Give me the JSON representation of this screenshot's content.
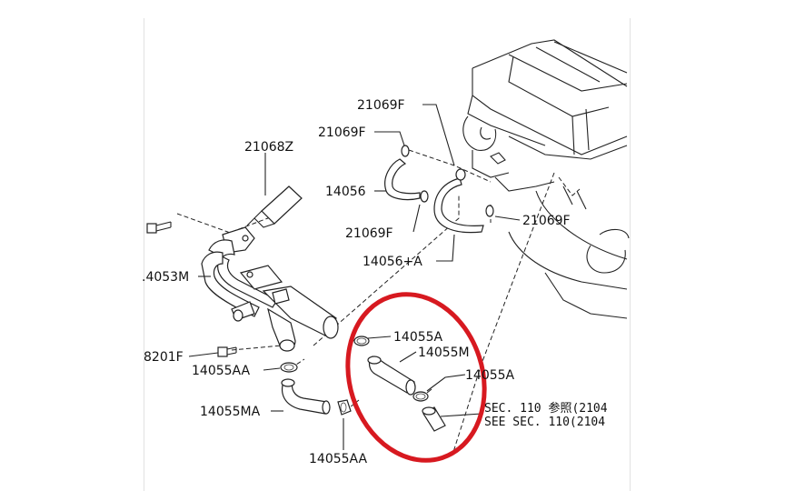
{
  "diagram": {
    "labels": {
      "p21069f_top": "21069F",
      "p21069f_left": "21069F",
      "p21068z": "21068Z",
      "p14056": "14056",
      "p21069f_low": "21069F",
      "p21069f_right": "21069F",
      "p14056a": "14056+A",
      "p14053m": ".4053M",
      "p14055a_top": "14055A",
      "p14055m": "14055M",
      "p8201f": "8201F",
      "p14055aa_top": "14055AA",
      "p14055a_low": "14055A",
      "p14055ma": "14055MA",
      "p14055aa_low": "14055AA"
    },
    "notes": {
      "sec_jp": "SEC. 110 参照(2104",
      "sec_en": "SEE SEC. 110(2104"
    }
  },
  "colors": {
    "highlight": "#d71920",
    "ink": "#111111"
  }
}
